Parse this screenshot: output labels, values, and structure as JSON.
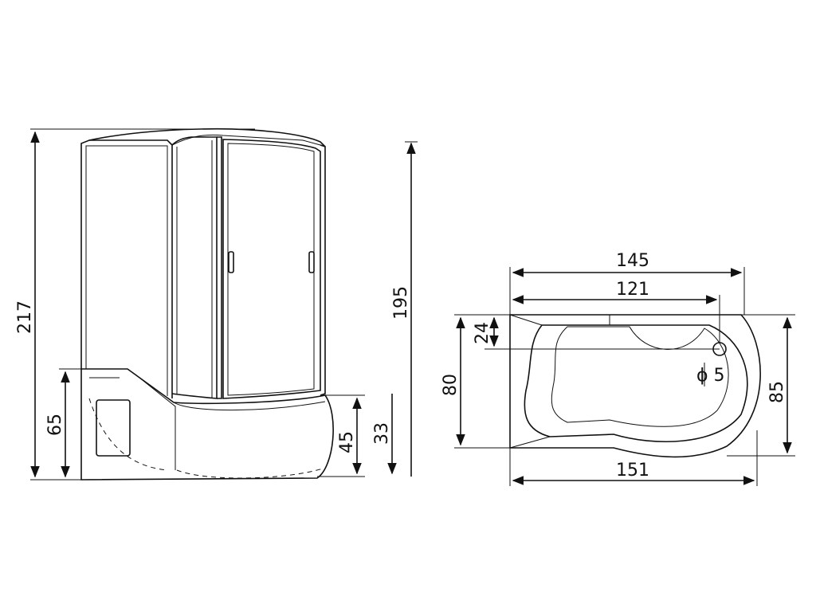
{
  "dimensions": {
    "total_height": "217",
    "cabin_height": "195",
    "tray_panel_height": "65",
    "tray_height": "45",
    "base_height": "33",
    "length_outer": "145",
    "length_inner": "121",
    "drain_offset": "24",
    "depth_small": "80",
    "depth_large": "85",
    "length_total": "151",
    "drain_diameter": "ϕ 5"
  }
}
